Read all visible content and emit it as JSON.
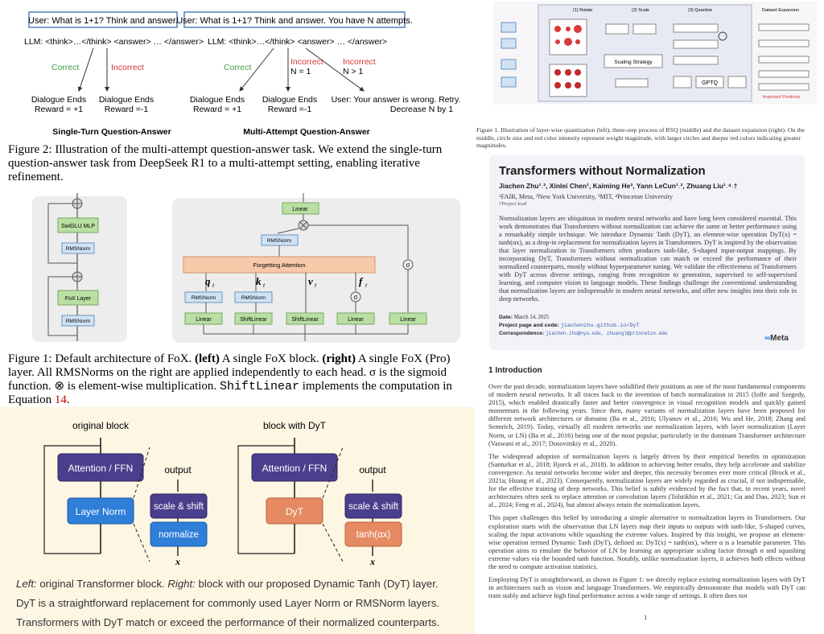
{
  "fig2": {
    "left_prompt": "User: What is 1+1? Think and answer.",
    "right_prompt": "User: What is 1+1? Think and answer. You have N attempts.",
    "llm_line": "LLM: <think>…</think> <answer> … </answer>",
    "correct": "Correct",
    "incorrect": "Incorrect",
    "n_eq_1": "N = 1",
    "n_gt_1": "N > 1",
    "dialogue_ends": "Dialogue Ends",
    "reward_pos": "Reward = +1",
    "reward_neg": "Reward =-1",
    "retry_line1": "User: Your answer is wrong.  Retry.",
    "retry_line2": "Decrease N by 1",
    "title_left": "Single-Turn Question-Answer",
    "title_right": "Multi-Attempt Question-Answer",
    "caption": "Figure 2: Illustration of the multi-attempt question-answer task. We extend the single-turn question-answer task from DeepSeek R1 to a multi-attempt setting, enabling iterative refinement."
  },
  "fig1": {
    "swiglu": "SwiGLU MLP",
    "rmsnorm": "RMSNorm",
    "fox_layer": "FoX Layer",
    "linear": "Linear",
    "forgetting_attention": "Forgetting Attention",
    "shiftlinear": "ShiftLinear",
    "q": "q",
    "k": "k",
    "v": "v",
    "f": "f",
    "t": "t",
    "sigma": "σ",
    "caption_prefix": "Figure 1: Default architecture of FoX. ",
    "caption_left_bold": "(left)",
    "caption_mid1": " A single FoX block. ",
    "caption_right_bold": "(right)",
    "caption_mid2": " A single FoX (Pro) layer. All RMSNorms on the right are applied independently to each head. σ is the sigmoid function. ⊗ is element-wise multiplication. ",
    "caption_mono": "ShiftLinear",
    "caption_mid3": " implements the computation in Equation ",
    "caption_eq": "14",
    "caption_end": "."
  },
  "dyt": {
    "title_left": "original block",
    "title_right": "block with DyT",
    "attn_ffn": "Attention / FFN",
    "output": "output",
    "layer_norm": "Layer Norm",
    "scale_shift": "scale & shift",
    "normalize": "normalize",
    "dyt": "DyT",
    "tanh": "tanh(αx)",
    "x": "x",
    "caption_left": "Left:",
    "caption_line1_rest": " original Transformer block. ",
    "caption_right": "Right:",
    "caption_line1_end": " block with our proposed Dynamic Tanh (DyT) layer.",
    "caption_line2": "DyT is a straightforward replacement for commonly used Layer Norm or RMSNorm layers.",
    "caption_line3": "Transformers with DyT match or exceed the performance of their normalized counterparts."
  },
  "rsq": {
    "step1": "(1) Rotate",
    "step2": "(2) Scale",
    "step3": "(3) Quantize",
    "dataset_expansion": "Dataset Expansion",
    "scaling_strategy": "Scaling Strategy",
    "gptq": "GPTQ",
    "important_positions": "Important Positions",
    "caption": "Figure 1. Illustration of layer-wise quantization (left), three-step process of RSQ (middle) and the dataset expansion (right). On the middle, circle size and red color intensity represent weight magnitude, with larger circles and deeper red colors indicating greater magnitudes."
  },
  "dyt_paper": {
    "title": "Transformers without Normalization",
    "authors": "Jiachen Zhu¹˒², Xinlei Chen¹, Kaiming He³, Yann LeCun¹˒², Zhuang Liu¹˒⁴˒†",
    "affiliations": "¹FAIR, Meta, ²New York University, ³MIT, ⁴Princeton University",
    "project_lead": "†Project lead",
    "abstract": "Normalization layers are ubiquitous in modern neural networks and have long been considered essential. This work demonstrates that Transformers without normalization can achieve the same or better performance using a remarkably simple technique. We introduce Dynamic Tanh (DyT), an element-wise operation DyT(x) = tanh(αx), as a drop-in replacement for normalization layers in Transformers. DyT is inspired by the observation that layer normalization in Transformers often produces tanh-like, S-shaped input-output mappings. By incorporating DyT, Transformers without normalization can match or exceed the performance of their normalized counterparts, mostly without hyperparameter tuning. We validate the effectiveness of Transformers with DyT across diverse settings, ranging from recognition to generation, supervised to self-supervised learning, and computer vision to language models. These findings challenge the conventional understanding that normalization layers are indispensable in modern neural networks, and offer new insights into their role in deep networks.",
    "date_label": "Date:",
    "date": "March 14, 2025",
    "code_label": "Project page and code:",
    "code": "jiachenzhu.github.io/DyT",
    "corr_label": "Correspondence:",
    "corr": "jiachen.zhu@nyu.edu, zhuangl@princeton.edu",
    "meta": "Meta",
    "section": "1   Introduction",
    "p1": "Over the past decade, normalization layers have solidified their positions as one of the most fundamental components of modern neural networks. It all traces back to the invention of batch normalization in 2015 (Ioffe and Szegedy, 2015), which enabled drastically faster and better convergence in visual recognition models and quickly gained momentum in the following years. Since then, many variants of normalization layers have been proposed for different network architectures or domains (Ba et al., 2016; Ulyanov et al., 2016; Wu and He, 2018; Zhang and Sennrich, 2019). Today, virtually all modern networks use normalization layers, with layer normalization (Layer Norm, or LN) (Ba et al., 2016) being one of the most popular, particularly in the dominant Transformer architecture (Vaswani et al., 2017; Dosovitskiy et al., 2020).",
    "p2": "The widespread adoption of normalization layers is largely driven by their empirical benefits in optimization (Santurkar et al., 2018; Bjorck et al., 2018). In addition to achieving better results, they help accelerate and stabilize convergence. As neural networks become wider and deeper, this necessity becomes ever more critical (Brock et al., 2021a; Huang et al., 2023). Consequently, normalization layers are widely regarded as crucial, if not indispensable, for the effective training of deep networks. This belief is subtly evidenced by the fact that, in recent years, novel architectures often seek to replace attention or convolution layers (Tolstikhin et al., 2021; Gu and Dao, 2023; Sun et al., 2024; Feng et al., 2024), but almost always retain the normalization layers.",
    "p3": "This paper challenges this belief by introducing a simple alternative to normalization layers in Transformers. Our exploration starts with the observation that LN layers map their inputs to outputs with tanh-like, S-shaped curves, scaling the input activations while squashing the extreme values. Inspired by this insight, we propose an element-wise operation termed Dynamic Tanh (DyT), defined as: DyT(x) = tanh(αx), where α is a learnable parameter. This operation aims to emulate the behavior of LN by learning an appropriate scaling factor through α and squashing extreme values via the bounded tanh function. Notably, unlike normalization layers, it achieves both effects without the need to compute activation statistics.",
    "p4": "Employing DyT is straightforward, as shown in Figure 1: we directly replace existing normalization layers with DyT in architectures such as vision and language Transformers. We empirically demonstrate that models with DyT can train stably and achieve high final performance across a wide range of settings. It often does not",
    "page_num": "1"
  }
}
